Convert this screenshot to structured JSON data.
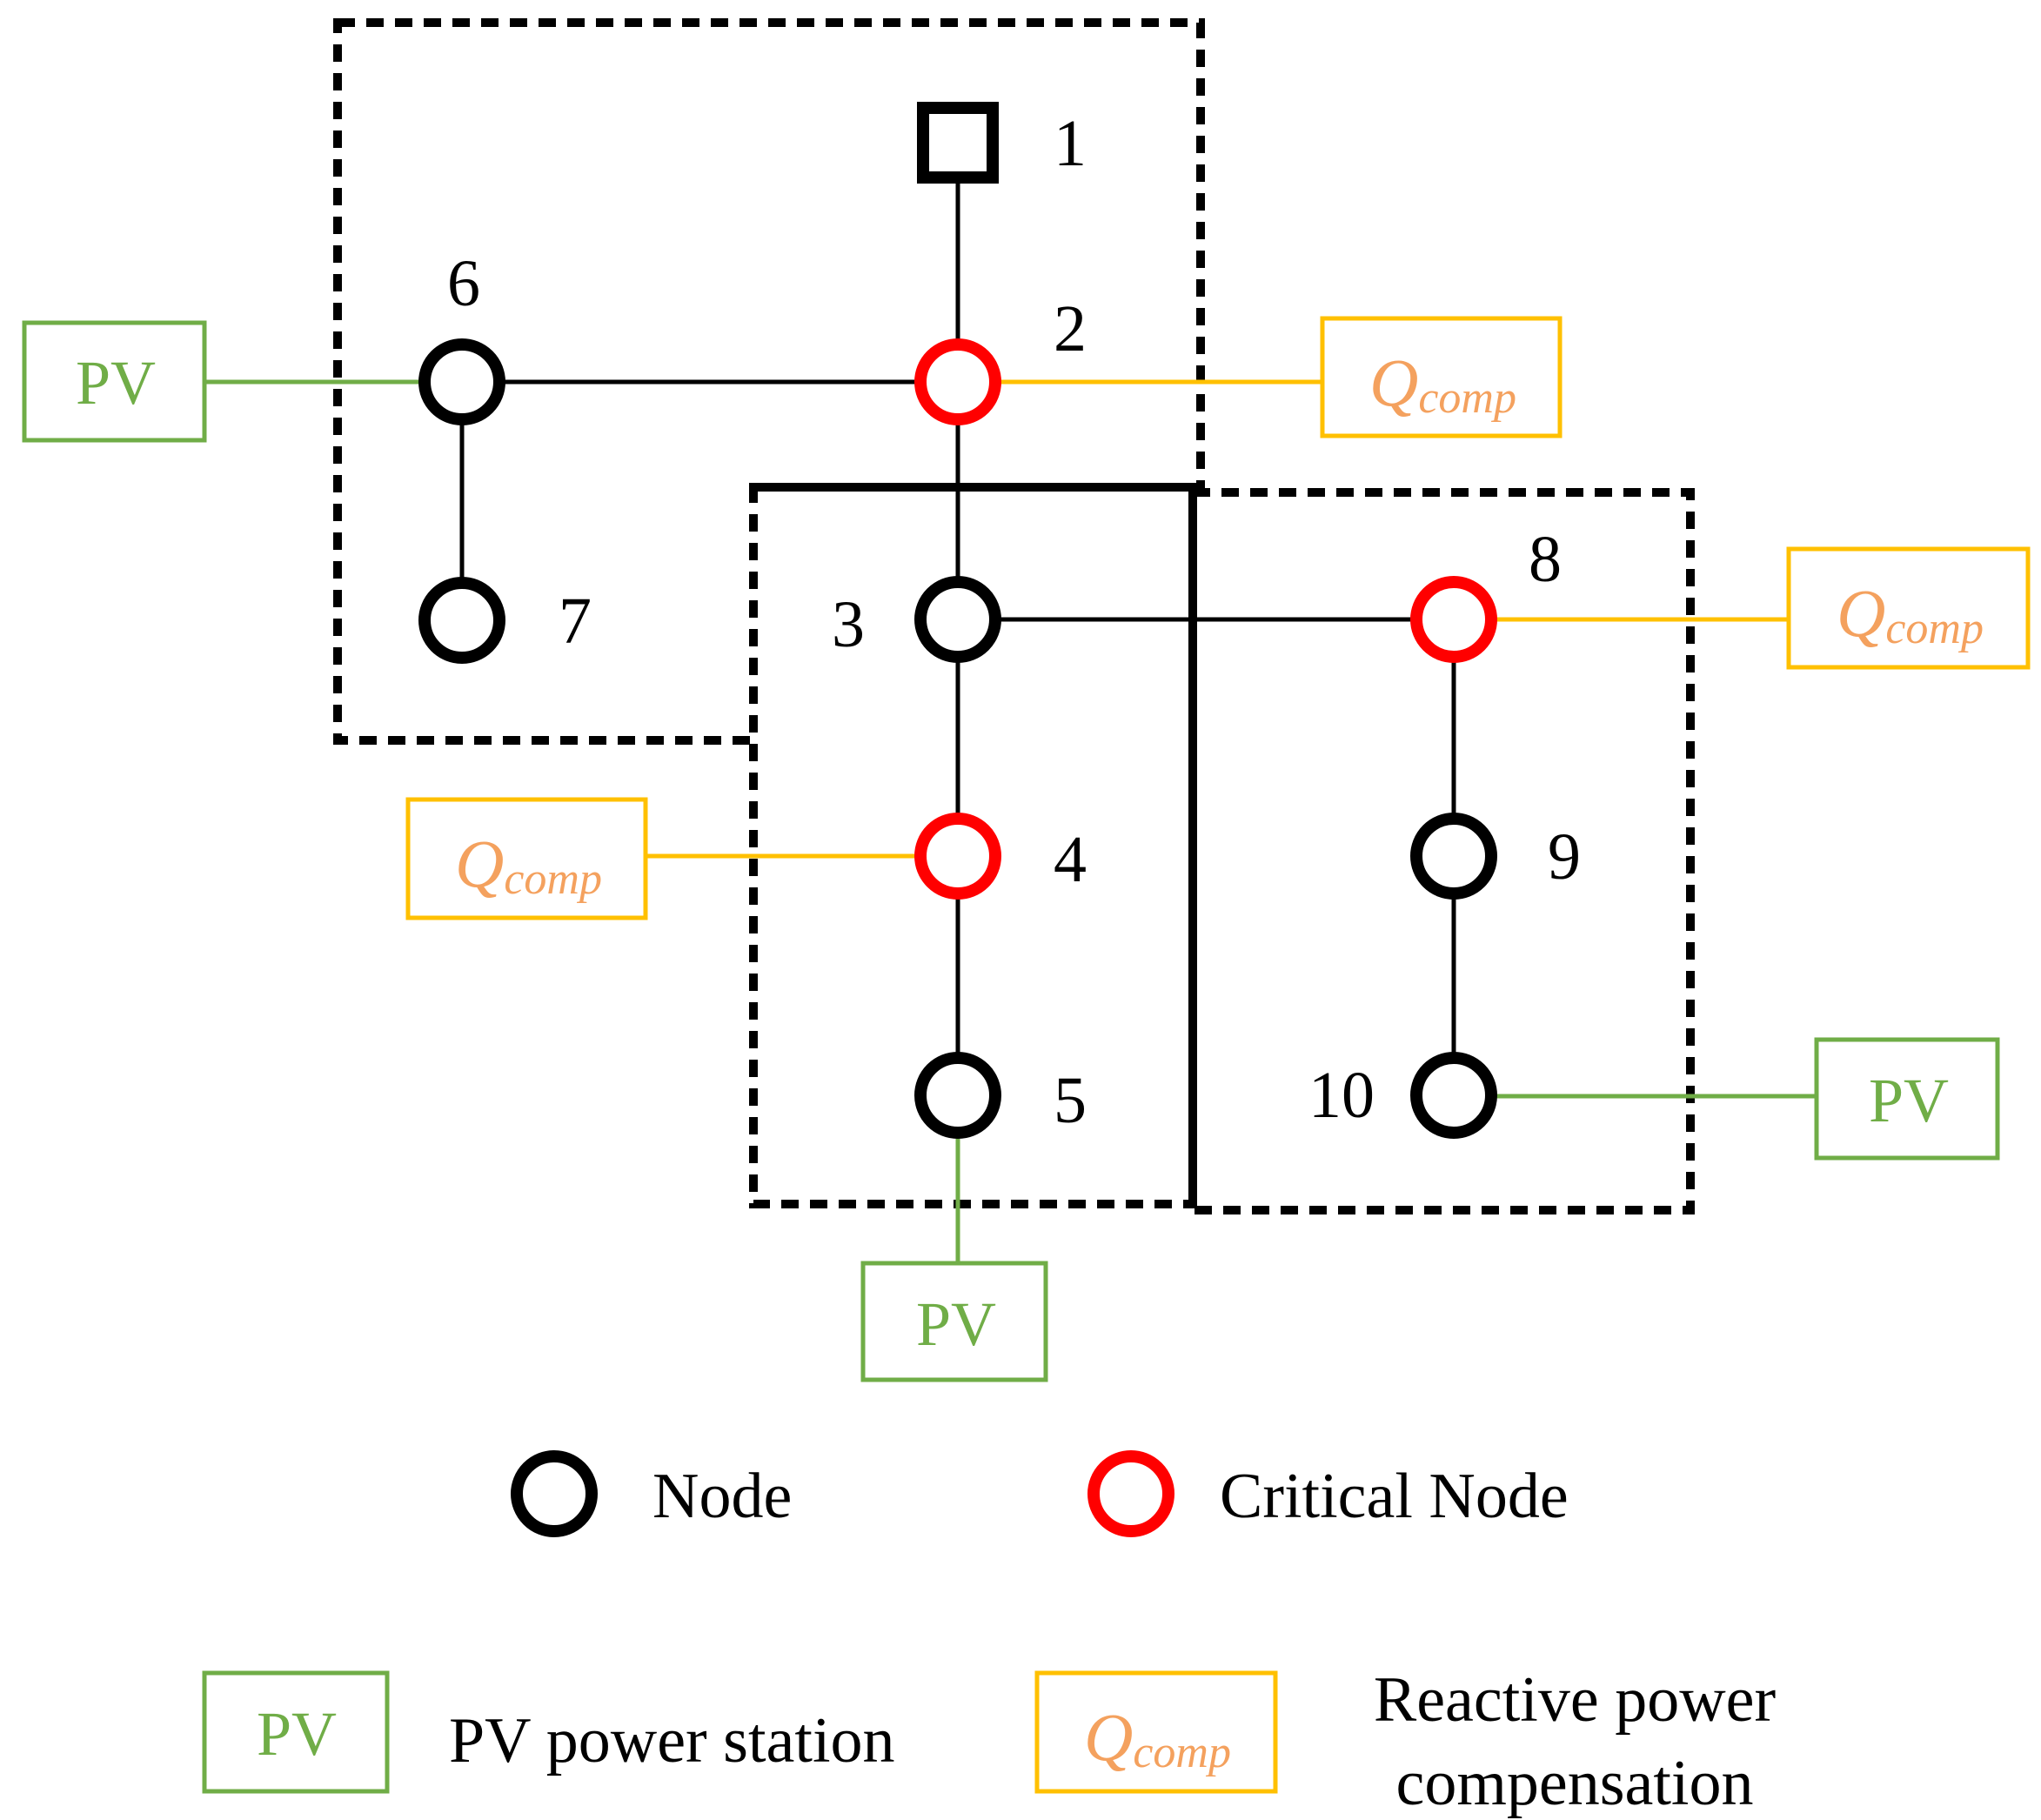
{
  "colors": {
    "node": "#000000",
    "critical_node": "#FF0000",
    "pv": "#70AD47",
    "qcomp_box": "#FFC000",
    "qcomp_text": "#F4A15E",
    "line": "#000000"
  },
  "nodes": [
    {
      "id": "1",
      "label": "1",
      "type": "source-bus"
    },
    {
      "id": "2",
      "label": "2",
      "type": "critical"
    },
    {
      "id": "3",
      "label": "3",
      "type": "normal"
    },
    {
      "id": "4",
      "label": "4",
      "type": "critical"
    },
    {
      "id": "5",
      "label": "5",
      "type": "normal"
    },
    {
      "id": "6",
      "label": "6",
      "type": "normal"
    },
    {
      "id": "7",
      "label": "7",
      "type": "normal"
    },
    {
      "id": "8",
      "label": "8",
      "type": "critical"
    },
    {
      "id": "9",
      "label": "9",
      "type": "normal"
    },
    {
      "id": "10",
      "label": "10",
      "type": "normal"
    }
  ],
  "branches": [
    {
      "from": "1",
      "to": "2"
    },
    {
      "from": "2",
      "to": "6"
    },
    {
      "from": "6",
      "to": "7"
    },
    {
      "from": "2",
      "to": "3"
    },
    {
      "from": "3",
      "to": "8"
    },
    {
      "from": "3",
      "to": "4"
    },
    {
      "from": "4",
      "to": "5"
    },
    {
      "from": "8",
      "to": "9"
    },
    {
      "from": "9",
      "to": "10"
    }
  ],
  "attachments": {
    "pv_label": "PV",
    "q_main": "Q",
    "q_sub": "comp",
    "pv_at_nodes": [
      "6",
      "5",
      "10"
    ],
    "qcomp_at_nodes": [
      "2",
      "8",
      "4"
    ]
  },
  "legend": {
    "node_label": "Node",
    "critical_node_label": "Critical Node",
    "pv_symbol": "PV",
    "pv_label": "PV power station",
    "q_main": "Q",
    "q_sub": "comp",
    "qcomp_label_line1": "Reactive power",
    "qcomp_label_line2": "compensation"
  }
}
